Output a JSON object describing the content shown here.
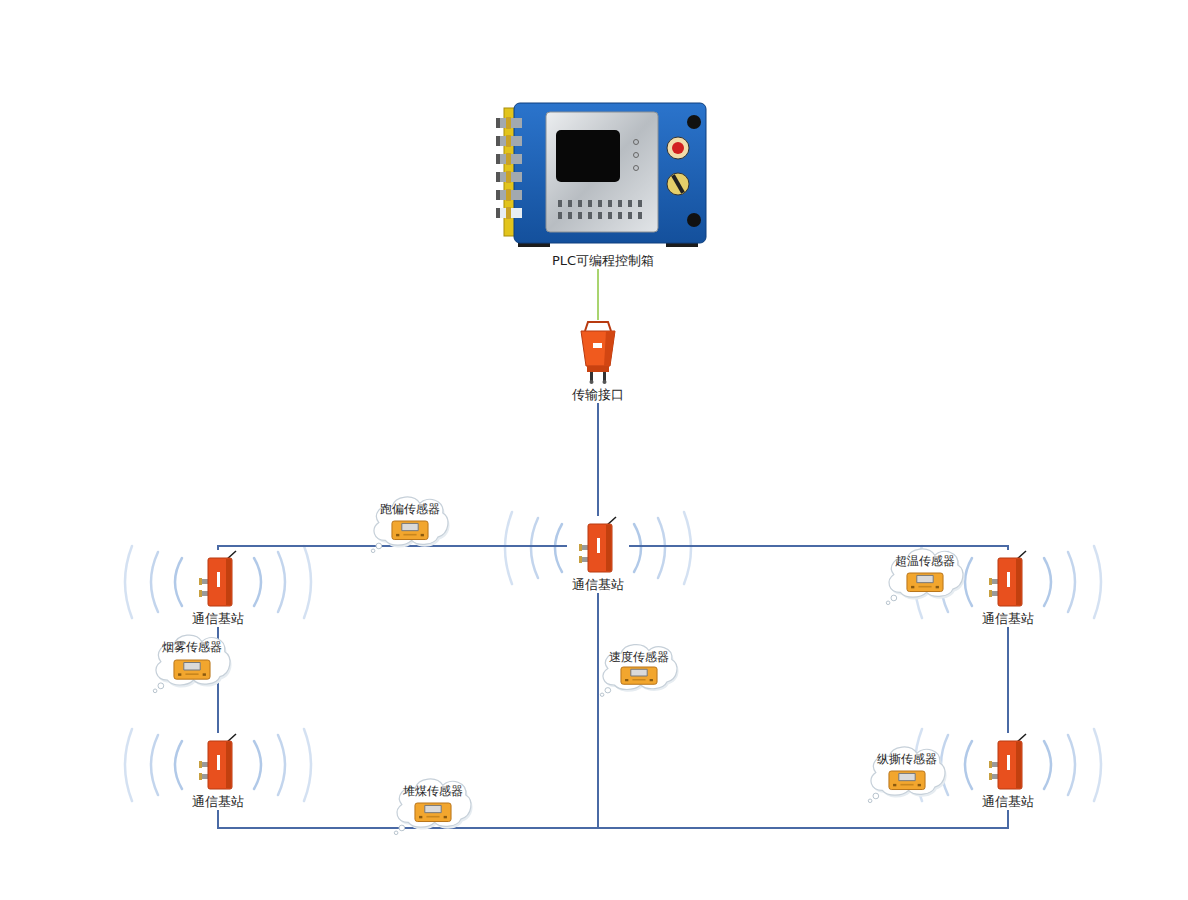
{
  "diagram": {
    "nodes": [
      {
        "text": [
          "PLC可编程控制箱"
        ]
      },
      {
        "text": [
          "传输接口"
        ]
      },
      {
        "text": [
          "跑偏传感器"
        ]
      },
      {
        "text": [
          "通信基站"
        ]
      },
      {
        "text": [
          "通信基站"
        ]
      },
      {
        "text": [
          "超温传感器"
        ]
      },
      {
        "text": [
          "通信基站"
        ]
      },
      {
        "text": [
          "烟雾传感器"
        ]
      },
      {
        "text": [
          "速度传感器"
        ]
      },
      {
        "text": [
          "通信基站"
        ]
      },
      {
        "text": [
          "堆煤传感器"
        ]
      },
      {
        "text": [
          "纵撕传感器"
        ]
      },
      {
        "text": [
          "通信基站"
        ]
      }
    ],
    "edges": [
      {
        "from": 0,
        "to": 1,
        "arrow": "none"
      },
      {
        "from": 1,
        "to": 3,
        "arrow": "none"
      },
      {
        "from": 3,
        "to": 4,
        "arrow": "none"
      },
      {
        "from": 3,
        "to": 6,
        "arrow": "none"
      },
      {
        "from": 4,
        "to": 9,
        "arrow": "none"
      },
      {
        "from": 6,
        "to": 12,
        "arrow": "none"
      },
      {
        "from": 3,
        "to": 9,
        "arrow": "none"
      },
      {
        "from": 3,
        "to": 12,
        "arrow": "none"
      }
    ]
  }
}
